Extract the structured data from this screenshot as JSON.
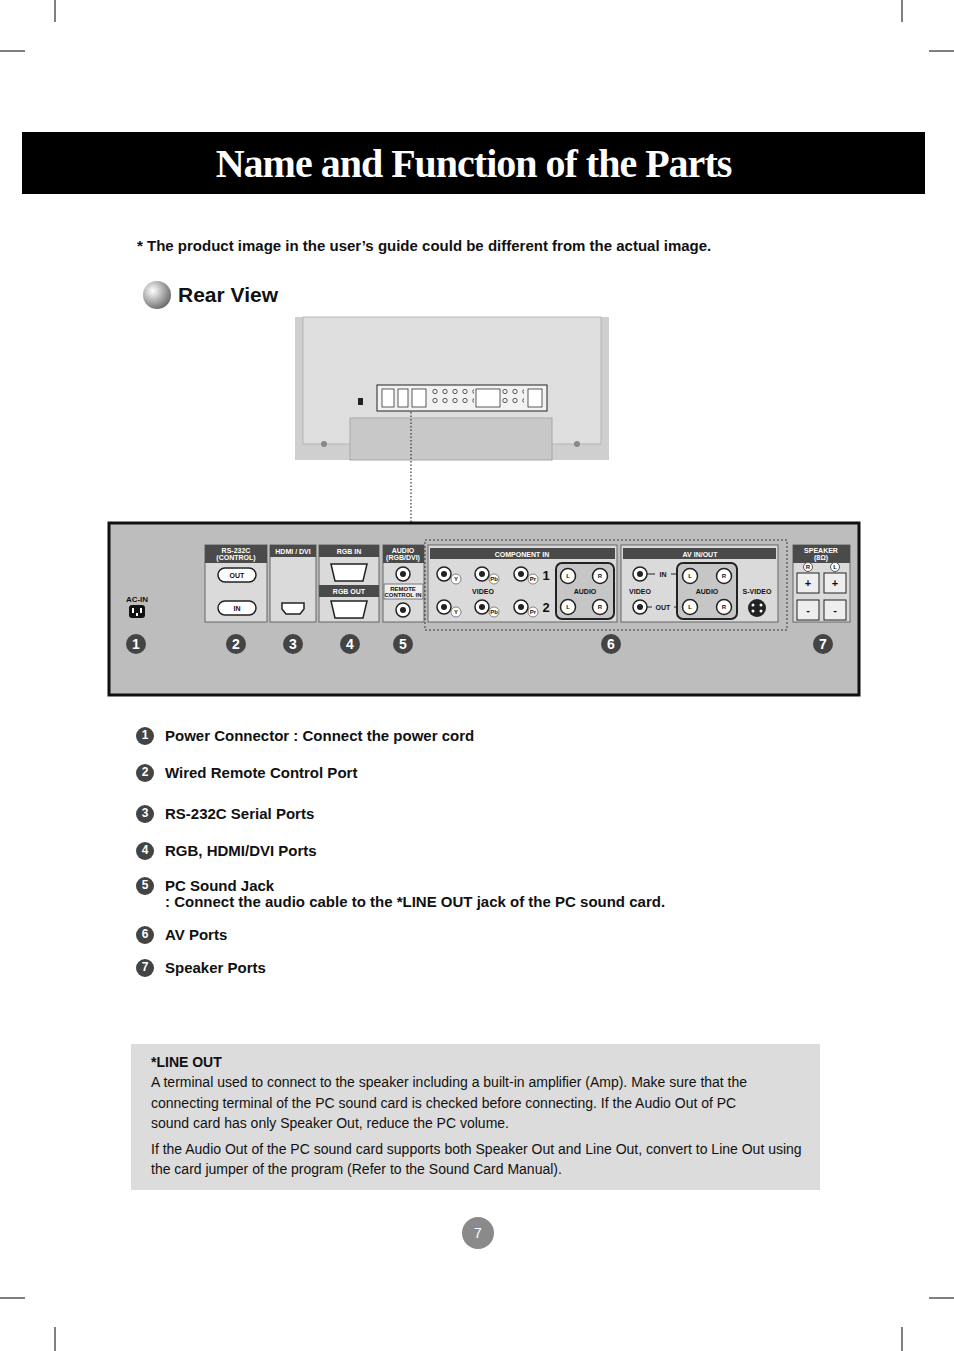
{
  "diagram": {
    "title": "Name and Function of the Parts",
    "nodes": [
      {
        "text": [
          "AC-IN"
        ]
      },
      {
        "text": [
          "RS-232C (CONTROL)",
          "OUT",
          "IN"
        ],
        "in": 0
      },
      {
        "text": [
          "HDMI / DVI"
        ],
        "in": 0
      },
      {
        "text": [
          "RGB IN",
          "RGB OUT"
        ],
        "in": 0
      },
      {
        "text": [
          "AUDIO (RGB/DVI)",
          "REMOTE CONTROL IN"
        ],
        "in": 0
      },
      {
        "text": [
          "COMPONENT IN",
          "Y",
          "Pb",
          "Pr",
          "1",
          "L",
          "R",
          "VIDEO",
          "AUDIO",
          "Y",
          "Pb",
          "Pr",
          "2",
          "L",
          "R"
        ],
        "in": 0
      },
      {
        "text": [
          "AV IN/OUT",
          "IN",
          "L",
          "R",
          "VIDEO",
          "AUDIO",
          "S-VIDEO",
          "OUT",
          "L",
          "R"
        ],
        "in": 0
      },
      {
        "text": [
          "SPEAKER (8Ω)",
          "R",
          "L",
          "+",
          "+",
          "-",
          "-"
        ],
        "in": 0
      },
      {
        "text": [
          "*LINE OUT",
          "A terminal used to connect to the speaker including a built-in amplifier (Amp). Make sure that the connecting terminal of the PC sound card is checked before connecting. If the Audio Out of PC sound card has only Speaker Out, reduce the PC volume.",
          "If the Audio Out of the PC sound card supports both Speaker Out and Line Out, convert to Line Out using the card jumper of the program (Refer to the Sound Card Manual)."
        ]
      },
      {
        "text": [
          "7"
        ]
      }
    ],
    "labels": [
      "* The product image in the user’s guide could be different from the actual image.",
      "Rear View",
      "1",
      "2",
      "3",
      "4",
      "5",
      "6",
      "7",
      "1",
      "Power Connector : Connect the power cord",
      "2",
      "Wired Remote Control Port",
      "3",
      "RS-232C Serial Ports",
      "4",
      "RGB, HDMI/DVI Ports",
      "5",
      "PC Sound Jack",
      ": Connect the audio cable to the *LINE OUT jack of the PC sound card.",
      "6",
      "AV Ports",
      "7",
      "Speaker Ports"
    ]
  }
}
